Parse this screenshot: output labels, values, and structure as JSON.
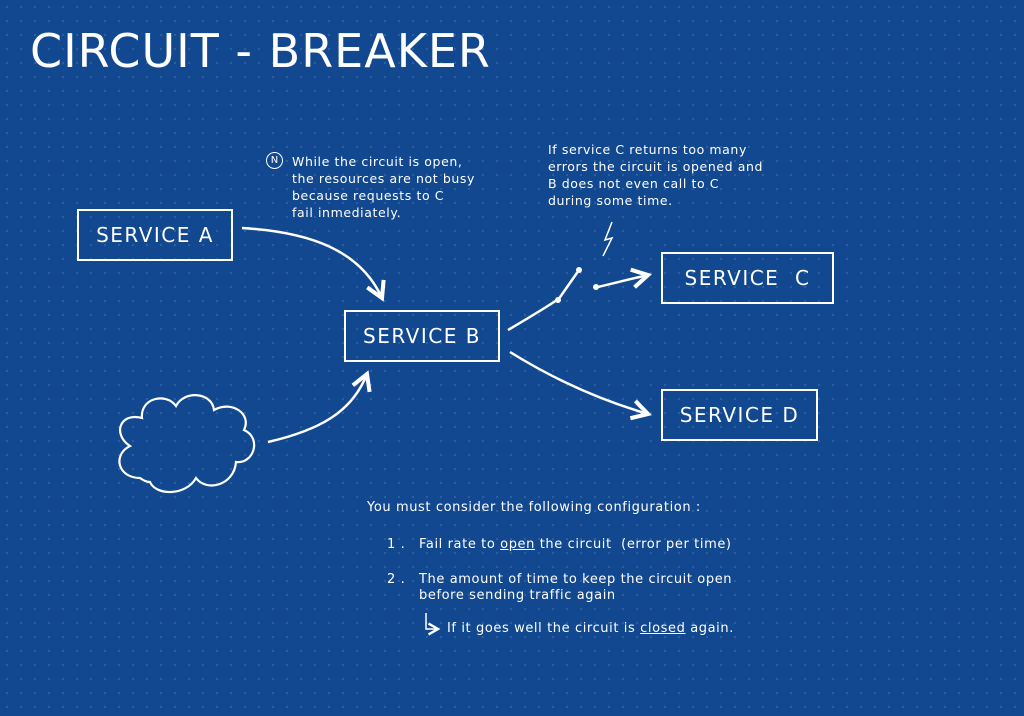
{
  "title": "CIRCUIT - BREAKER",
  "services": {
    "a": "SERVICE A",
    "b": "SERVICE B",
    "c": "SERVICE  C",
    "d": "SERVICE D"
  },
  "note_n": {
    "marker": "N",
    "lines": [
      "While the circuit is open,",
      "the resources are not busy",
      "because requests to C",
      "fail inmediately."
    ]
  },
  "note_c": {
    "lines": [
      "If service C returns too many",
      "errors the circuit is opened and",
      "B does not even call to C",
      "during some time."
    ]
  },
  "config": {
    "intro": "You must consider the following configuration :",
    "item1": {
      "num": "1 .",
      "pre": "Fail rate to ",
      "underlined": "open",
      "post": " the circuit  (error per time)"
    },
    "item2": {
      "num": "2 .",
      "line1": "The amount of time to keep the circuit open",
      "line2": "before sending traffic again"
    },
    "sub": {
      "pre": "If it goes well the circuit is ",
      "underlined": "closed",
      "post": " again."
    }
  },
  "colors": {
    "background": "#12488f",
    "ink": "#ffffff"
  }
}
